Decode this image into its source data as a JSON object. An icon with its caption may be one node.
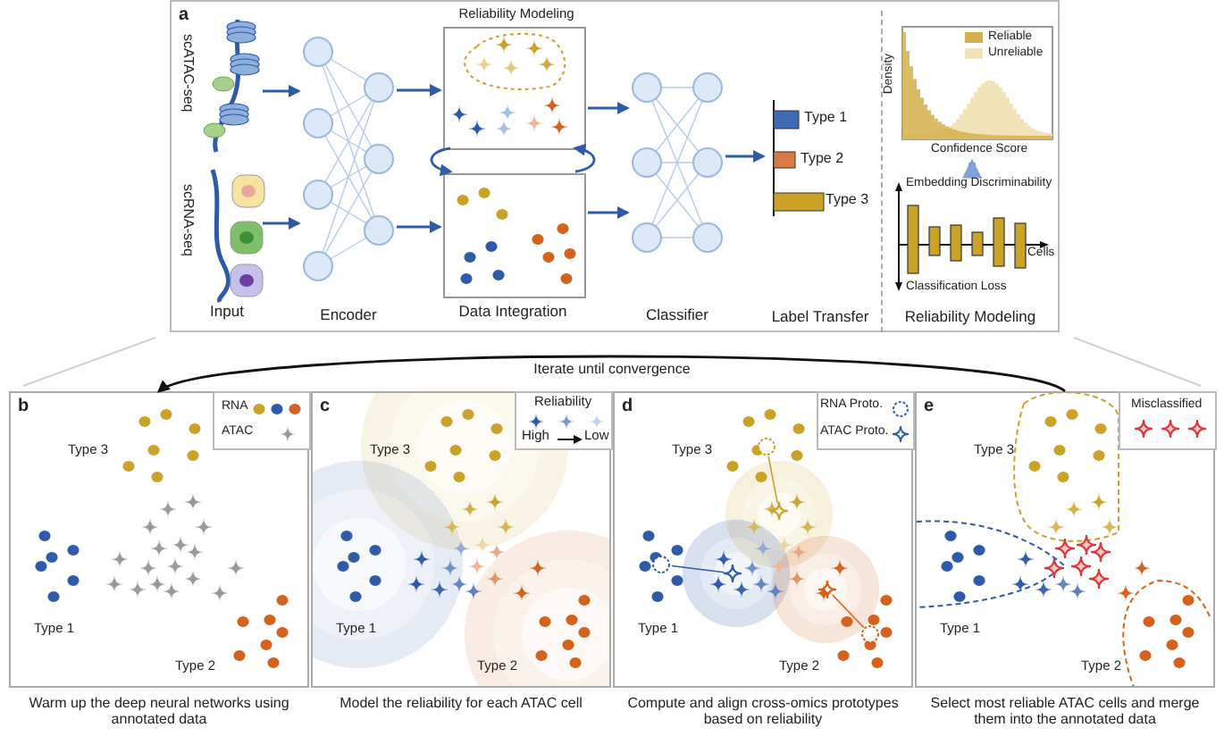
{
  "diagram": {
    "nodes": [
      {
        "text": [
          "a"
        ]
      },
      {
        "text": [
          "scATAC-seq"
        ],
        "in": 0
      },
      {
        "text": [
          "scRNA-seq"
        ],
        "in": 0,
        "beside": [
          "Input"
        ]
      },
      {
        "text": [
          "Encoder"
        ],
        "in": 0
      },
      {
        "text": [
          "Reliability Modeling"
        ],
        "in": 0
      },
      {
        "text": [],
        "shape": "box",
        "in": 0,
        "beside": [
          "Data Integration"
        ]
      },
      {
        "text": [
          "Classifier"
        ],
        "in": 0
      },
      {
        "text": [
          "Label Transfer"
        ],
        "in": 0
      },
      {
        "text": [
          "Reliability Modeling"
        ],
        "in": 0
      },
      {
        "text": [],
        "shape": "picture",
        "in": 8
      },
      {
        "text": [],
        "shape": "picture",
        "in": 8
      },
      {
        "text": [
          "b"
        ],
        "beside": [
          "Warm up the deep neural networks using annotated data"
        ]
      },
      {
        "text": [
          "c"
        ],
        "beside": [
          "Model the reliability for each ATAC cell"
        ]
      },
      {
        "text": [
          "d"
        ],
        "beside": [
          "Compute and align cross-omics prototypes based on reliability"
        ]
      },
      {
        "text": [
          "e"
        ],
        "beside": [
          "Select most reliable ATAC cells and merge them into the annotated data"
        ]
      }
    ],
    "edges": [
      {
        "from": 1,
        "to": 3,
        "arrow": "to"
      },
      {
        "from": 2,
        "to": 3,
        "arrow": "to"
      },
      {
        "from": 3,
        "to": 4,
        "arrow": "to"
      },
      {
        "from": 3,
        "to": 5,
        "arrow": "to"
      },
      {
        "from": 4,
        "to": 5,
        "arrow": "to"
      },
      {
        "from": 5,
        "to": 4,
        "arrow": "to"
      },
      {
        "from": 4,
        "to": 6,
        "arrow": "to"
      },
      {
        "from": 5,
        "to": 6,
        "arrow": "to"
      },
      {
        "from": 6,
        "to": 7,
        "arrow": "to"
      },
      {
        "from": 10,
        "to": 9,
        "arrow": "to",
        "style": "thick",
        "color": "#7fa3d6"
      },
      {
        "from": 14,
        "to": 11,
        "arrow": "to",
        "label": "Iterate until convergence",
        "color": "#111111"
      }
    ],
    "labels": [
      "Type 1",
      "Type 2",
      "Type 3",
      "Density",
      "Confidence Score",
      "Embedding Discriminability",
      "Cells",
      "Classification Loss",
      "Type 3",
      "Type 1",
      "Type 2",
      "Reliability",
      "High",
      "Low",
      "Type 3",
      "Type 1",
      "Type 2",
      "Type 3",
      "Type 1",
      "Type 2",
      "Type 3",
      "Type 1",
      "Type 2"
    ],
    "legend": [
      {
        "text": "Reliable",
        "color": "#d4b04a"
      },
      {
        "text": "Unreliable",
        "color": "#f1e2b8"
      },
      {
        "text": "RNA"
      },
      {
        "text": "ATAC"
      },
      {
        "text": "RNA Proto."
      },
      {
        "text": "ATAC Proto."
      },
      {
        "text": "Misclassified"
      }
    ]
  }
}
